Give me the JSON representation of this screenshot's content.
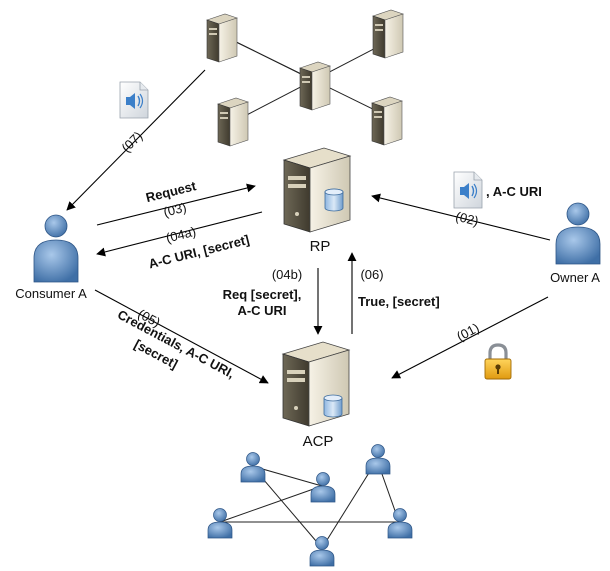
{
  "nodes": {
    "rp": "RP",
    "acp": "ACP",
    "consumer": "Consumer A",
    "owner": "Owner A"
  },
  "steps": {
    "s01": "(01)",
    "s02": "(02)",
    "s02_text": ", A-C URI",
    "s03": "(03)",
    "s03_text": "Request",
    "s04a": "(04a)",
    "s04a_text": "A-C URI, [secret]",
    "s04b": "(04b)",
    "s04b_line1": "Req [secret],",
    "s04b_line2": "A-C URI",
    "s05": "(05)",
    "s05_line1": "Credentials, A-C URI,",
    "s05_line2": "[secret]",
    "s06": "(06)",
    "s06_text": "True, [secret]",
    "s07": "(07)"
  },
  "icons": {
    "server": "server-icon",
    "person": "person-icon",
    "document": "audio-document-icon",
    "lock": "padlock-icon"
  },
  "colors": {
    "server_body": "#ece7d6",
    "server_front": "#5c5645",
    "person": "#5b8cc2",
    "lock": "#f0b21c"
  }
}
